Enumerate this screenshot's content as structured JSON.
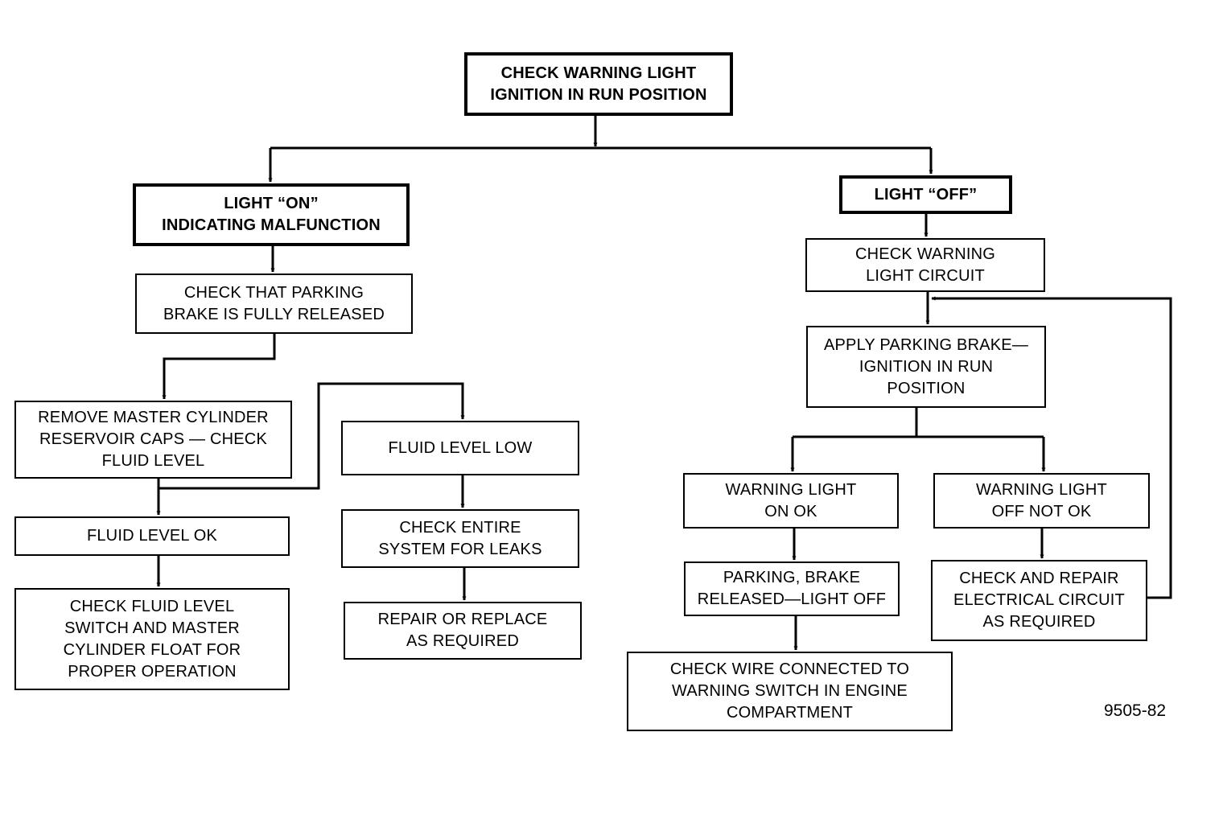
{
  "nodes": {
    "start": "CHECK WARNING LIGHT\nIGNITION IN RUN POSITION",
    "light_on": "LIGHT “ON”\nINDICATING MALFUNCTION",
    "check_parking": "CHECK THAT PARKING\nBRAKE IS FULLY RELEASED",
    "remove_caps": "REMOVE MASTER CYLINDER\nRESERVOIR CAPS — CHECK\nFLUID LEVEL",
    "fluid_ok": "FLUID LEVEL OK",
    "check_switch": "CHECK FLUID LEVEL\nSWITCH AND MASTER\nCYLINDER FLOAT FOR\nPROPER OPERATION",
    "fluid_low": "FLUID LEVEL LOW",
    "check_leaks": "CHECK ENTIRE\nSYSTEM FOR LEAKS",
    "repair_replace": "REPAIR OR REPLACE\nAS REQUIRED",
    "light_off": "LIGHT “OFF”",
    "check_circuit": "CHECK WARNING\nLIGHT CIRCUIT",
    "apply_brake": "APPLY PARKING BRAKE—\nIGNITION IN RUN\nPOSITION",
    "warning_on_ok": "WARNING LIGHT\nON OK",
    "warning_off_not_ok": "WARNING LIGHT\nOFF NOT OK",
    "brake_released": "PARKING, BRAKE\nRELEASED—LIGHT OFF",
    "check_repair_circuit": "CHECK AND REPAIR\nELECTRICAL CIRCUIT\nAS REQUIRED",
    "check_wire": "CHECK WIRE CONNECTED TO\nWARNING SWITCH IN ENGINE\nCOMPARTMENT"
  },
  "figure_number": "9505-82"
}
